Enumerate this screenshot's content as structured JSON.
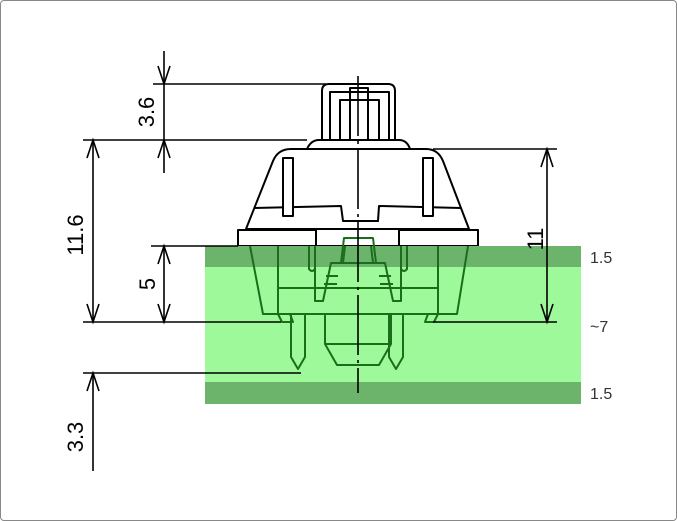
{
  "dimensions": {
    "stem_height": "3.6",
    "total_height": "11.6",
    "below_plate": "5",
    "housing_height": "11",
    "pin_length": "3.3"
  },
  "pcb_labels": {
    "top_layer": "1.5",
    "middle": "~7",
    "bottom_layer": "1.5"
  },
  "colors": {
    "pcb_light": "#9ef99a",
    "pcb_dark": "#6cb46b"
  }
}
